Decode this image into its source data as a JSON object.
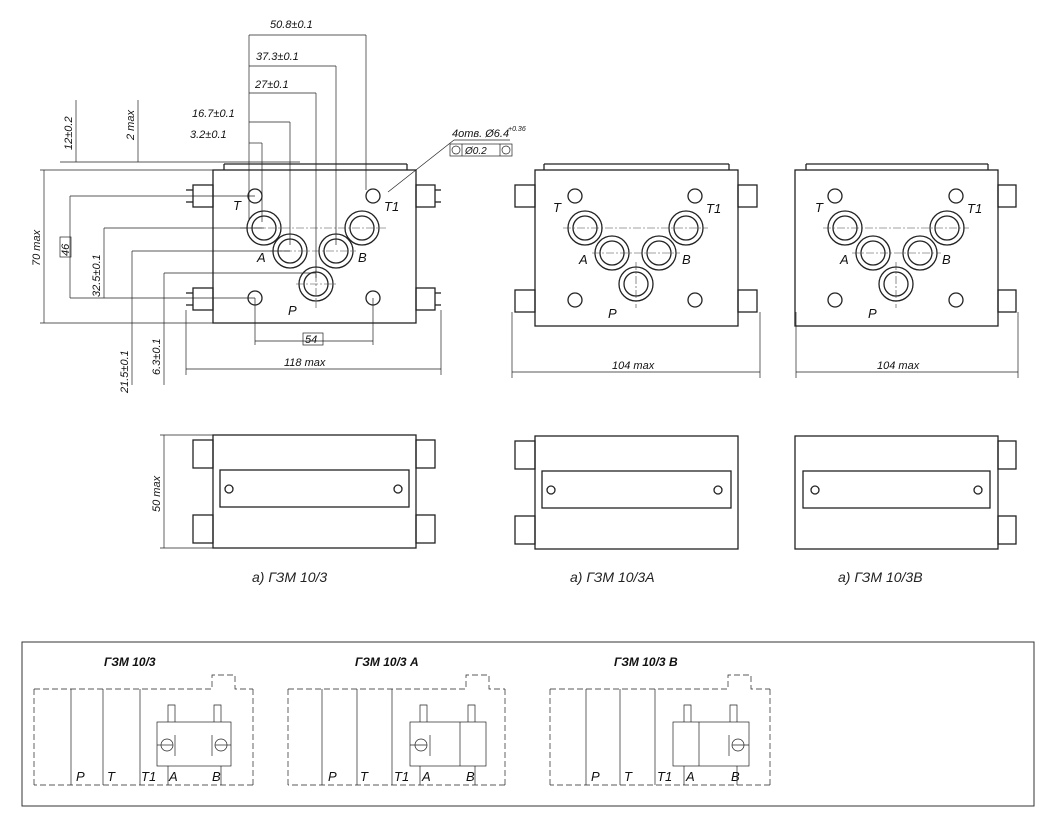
{
  "dimensions": {
    "d50_8": "50.8±0.1",
    "d37_3": "37.3±0.1",
    "d27": "27±0.1",
    "d16_7": "16.7±0.1",
    "d3_2": "3.2±0.1",
    "holes": "4отв. Ø6.4",
    "holes_tol": "+0.36",
    "tolerance_frame": "Ø0.2",
    "d12": "12±0.2",
    "d2max": "2 max",
    "d70max": "70 max",
    "d46": "46",
    "d32_5": "32.5±0.1",
    "d21_5": "21.5±0.1",
    "d6_3": "6.3±0.1",
    "d54": "54",
    "w118": "118 max",
    "w104a": "104 max",
    "w104b": "104 max",
    "h50": "50 max"
  },
  "ports": {
    "T": "T",
    "T1": "T1",
    "A": "A",
    "B": "B",
    "P": "P"
  },
  "captions": {
    "v1": "а) ГЗМ 10/3",
    "v2": "а) ГЗМ 10/3А",
    "v3": "а) ГЗМ 10/3В"
  },
  "schematics": {
    "s1": "ГЗМ 10/3",
    "s2": "ГЗМ 10/3 А",
    "s3": "ГЗМ 10/3 В",
    "P": "P",
    "T": "T",
    "T1": "T1",
    "A": "A",
    "B": "B"
  }
}
